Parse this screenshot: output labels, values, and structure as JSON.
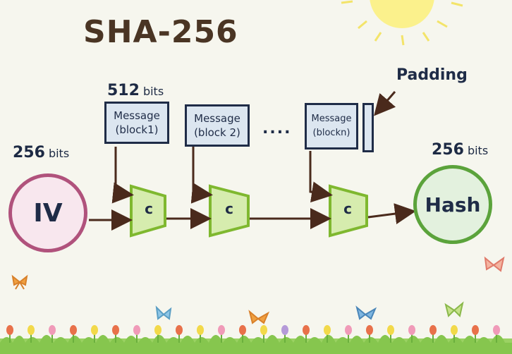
{
  "title": "SHA-256",
  "iv": {
    "size_value": "256",
    "size_unit": "bits",
    "label": "IV"
  },
  "hash": {
    "size_value": "256",
    "size_unit": "bits",
    "label": "Hash"
  },
  "message_size": {
    "value": "512",
    "unit": "bits"
  },
  "messages": [
    {
      "line1": "Message",
      "line2": "(block1)"
    },
    {
      "line1": "Message",
      "line2": "(block 2)"
    },
    {
      "line1": "Message",
      "line2": "(blockn)"
    }
  ],
  "ellipsis": "....",
  "padding_label": "Padding",
  "compression_label": "c",
  "colors": {
    "iv_border": "#b0527c",
    "hash_border": "#5ba33b",
    "compression_fill": "#d6ecae",
    "compression_border": "#7fb82f",
    "arrow": "#4a2a1c",
    "box_border": "#1f2c47"
  }
}
